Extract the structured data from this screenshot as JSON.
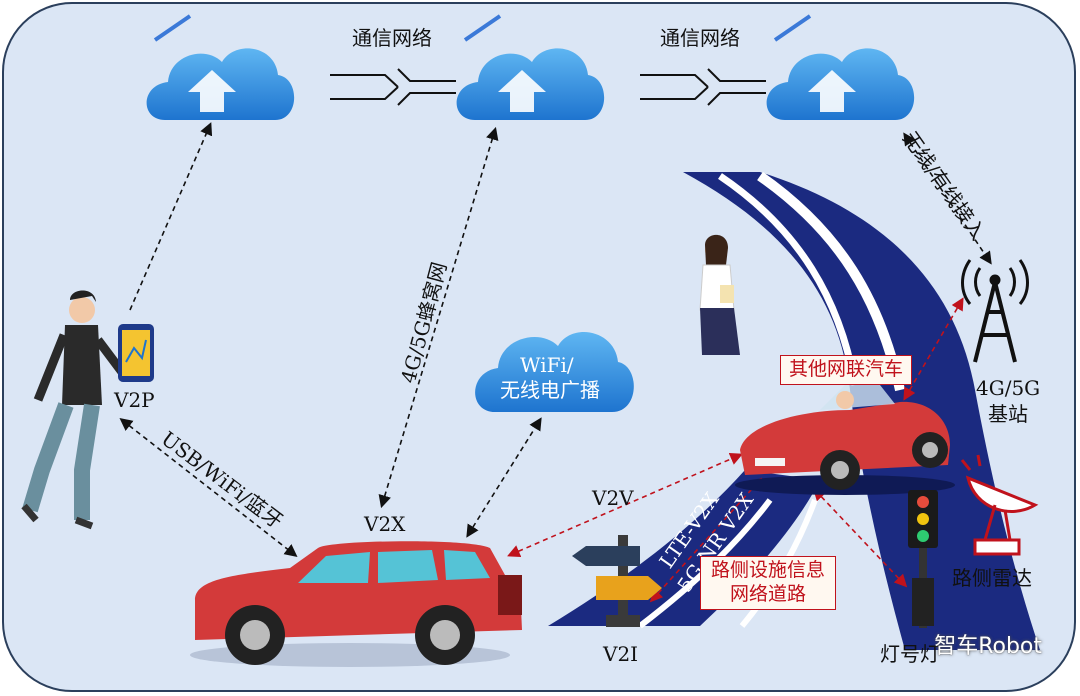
{
  "labels": {
    "network_left": "通信网络",
    "network_right": "通信网络",
    "v2p": "V2P",
    "v2x": "V2X",
    "v2v": "V2V",
    "v2i": "V2I",
    "cellular": "4G/5G蜂窝网",
    "usb": "USB/WiFi/蓝牙",
    "wifi_cloud_line1": "WiFi/",
    "wifi_cloud_line2": "无线电广播",
    "other_car": "其他网联汽车",
    "lte_v2x": "LTE-V2X",
    "nr_v2x": "5G NR V2X",
    "roadside_line1": "路侧设施信息",
    "roadside_line2": "网络道路",
    "access": "无线/有线接入",
    "base_station_line1": "4G/5G",
    "base_station_line2": "基站",
    "radar": "路侧雷达",
    "signal_partial": "灯号灯"
  },
  "watermark": "智车Robot",
  "colors": {
    "panel_bg": "#dbe6f5",
    "road": "#1b2a80",
    "cloud": "#2d8fe0",
    "car_red": "#d33a3a",
    "accent_red": "#c0121c"
  },
  "icons": [
    "cloud-icon",
    "pedestrian-icon",
    "phone-icon",
    "woman-icon",
    "car-icon",
    "sports-car-icon",
    "base-station-icon",
    "radar-icon",
    "traffic-light-icon",
    "signpost-icon"
  ]
}
